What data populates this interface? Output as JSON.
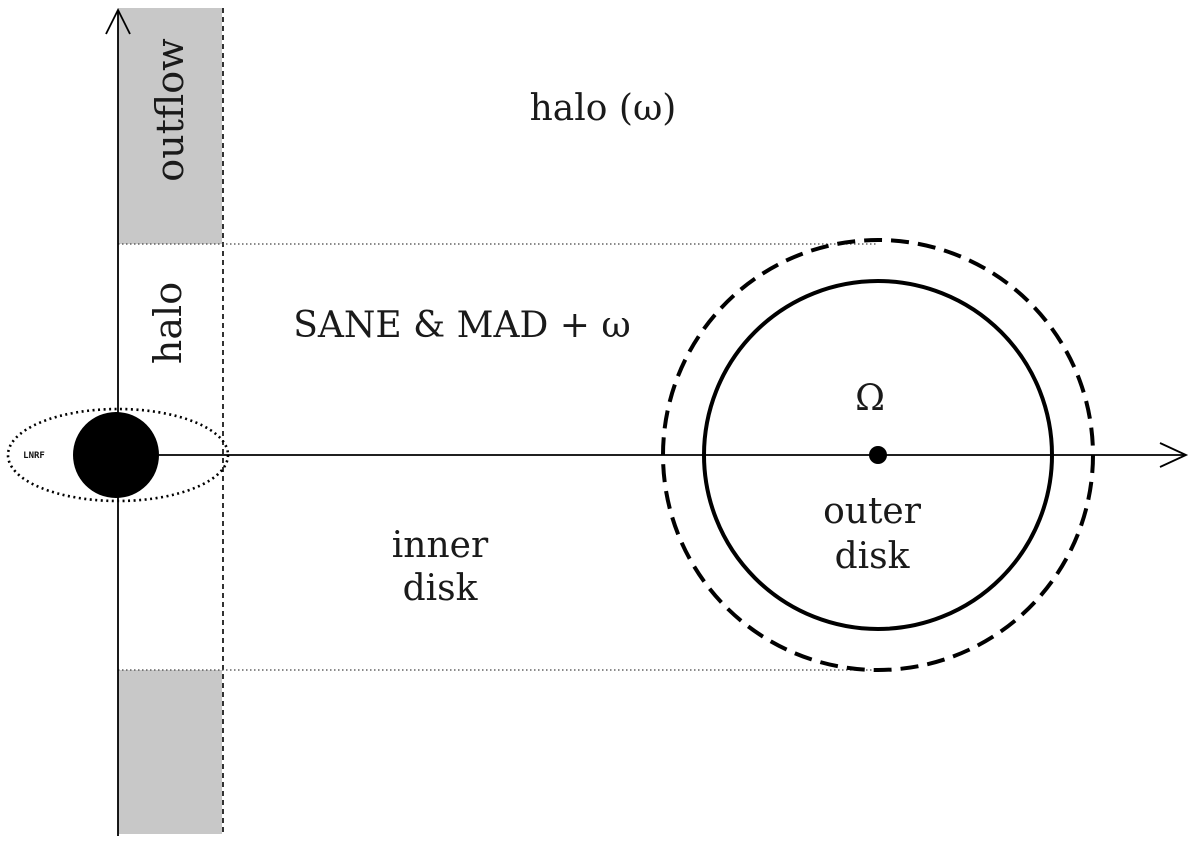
{
  "diagram": {
    "labels": {
      "outflow": "outflow",
      "halo_vertical": "halo",
      "halo_omega": "halo (ω)",
      "sane_mad": "SANE & MAD + ω",
      "omega_capital": "Ω",
      "outer_disk_line1": "outer",
      "outer_disk_line2": "disk",
      "inner_disk_line1": "inner",
      "inner_disk_line2": "disk",
      "lnrf": "LNRF"
    },
    "colors": {
      "outflow_fill": "#c8c8c8",
      "ink": "#000000",
      "background": "#ffffff"
    }
  }
}
